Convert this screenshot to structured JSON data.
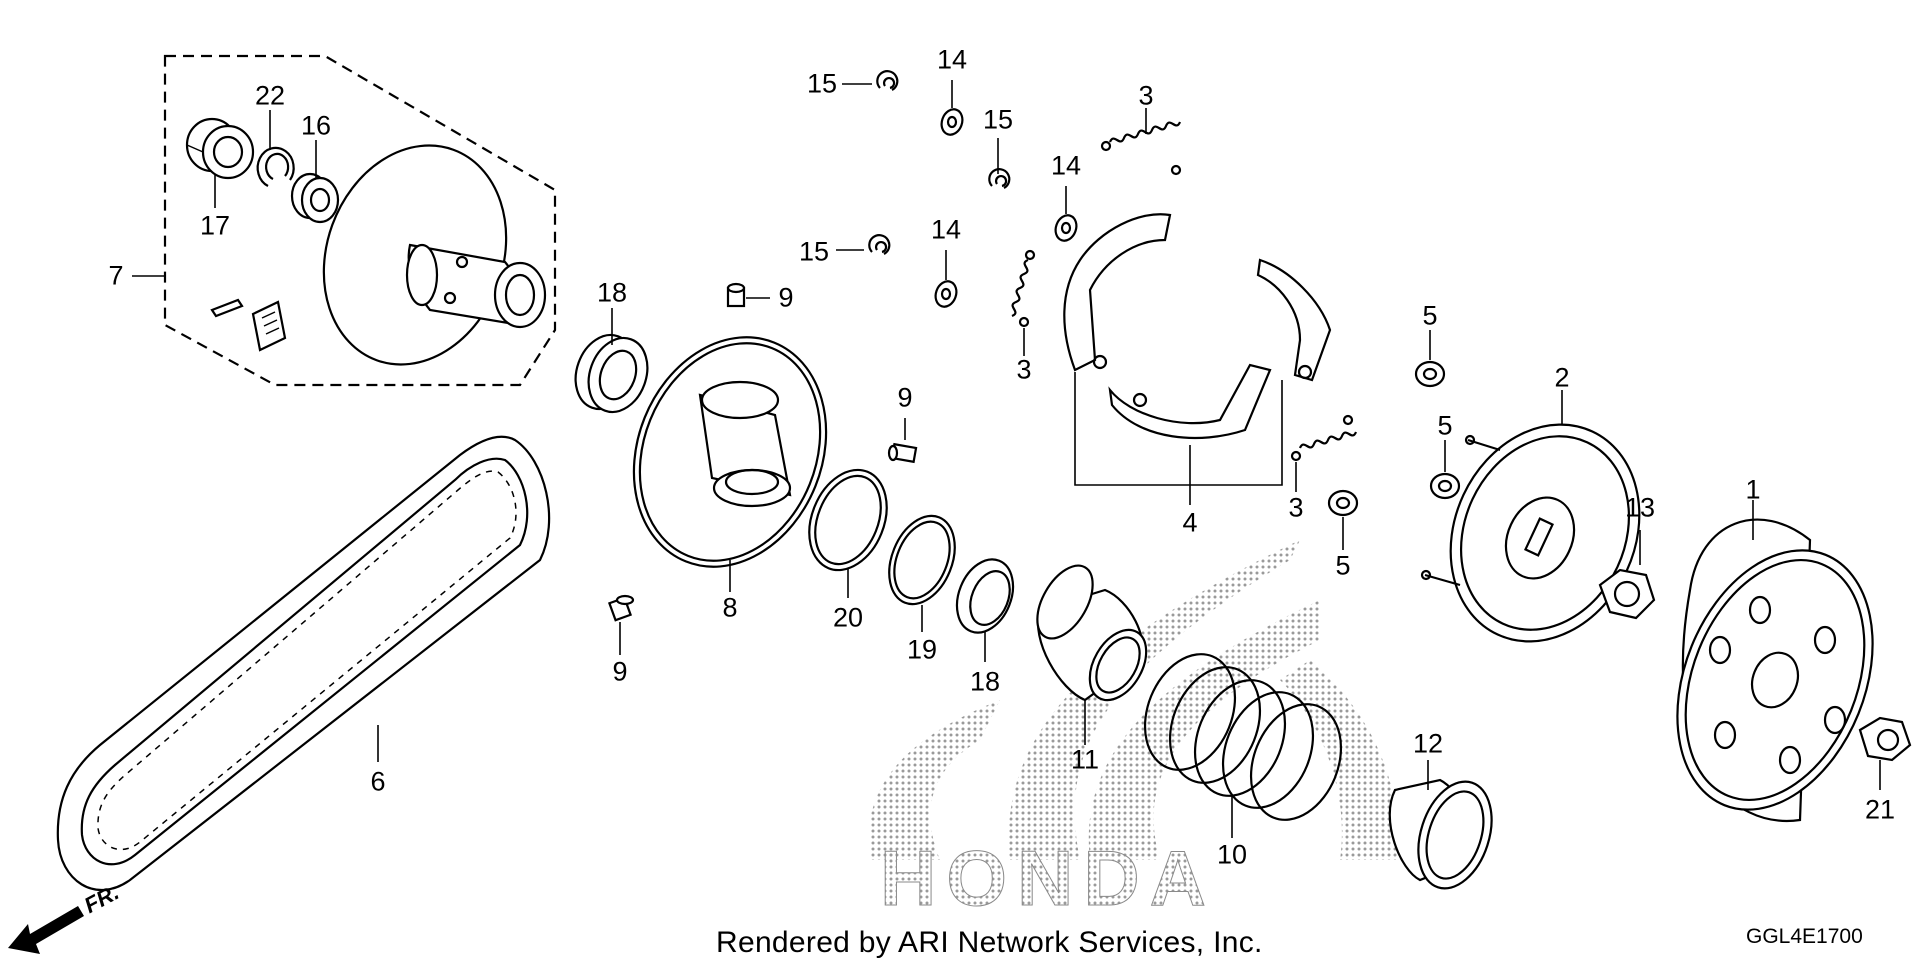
{
  "diagram": {
    "callouts": [
      {
        "id": "c1",
        "label": "1"
      },
      {
        "id": "c2",
        "label": "2"
      },
      {
        "id": "c3a",
        "label": "3"
      },
      {
        "id": "c3b",
        "label": "3"
      },
      {
        "id": "c3c",
        "label": "3"
      },
      {
        "id": "c4",
        "label": "4"
      },
      {
        "id": "c5a",
        "label": "5"
      },
      {
        "id": "c5b",
        "label": "5"
      },
      {
        "id": "c5c",
        "label": "5"
      },
      {
        "id": "c6",
        "label": "6"
      },
      {
        "id": "c7",
        "label": "7"
      },
      {
        "id": "c8",
        "label": "8"
      },
      {
        "id": "c9a",
        "label": "9"
      },
      {
        "id": "c9b",
        "label": "9"
      },
      {
        "id": "c9c",
        "label": "9"
      },
      {
        "id": "c10",
        "label": "10"
      },
      {
        "id": "c11",
        "label": "11"
      },
      {
        "id": "c12",
        "label": "12"
      },
      {
        "id": "c13",
        "label": "13"
      },
      {
        "id": "c14a",
        "label": "14"
      },
      {
        "id": "c14b",
        "label": "14"
      },
      {
        "id": "c14c",
        "label": "14"
      },
      {
        "id": "c15a",
        "label": "15"
      },
      {
        "id": "c15b",
        "label": "15"
      },
      {
        "id": "c15c",
        "label": "15"
      },
      {
        "id": "c16",
        "label": "16"
      },
      {
        "id": "c17",
        "label": "17"
      },
      {
        "id": "c18a",
        "label": "18"
      },
      {
        "id": "c18b",
        "label": "18"
      },
      {
        "id": "c19",
        "label": "19"
      },
      {
        "id": "c20",
        "label": "20"
      },
      {
        "id": "c21",
        "label": "21"
      },
      {
        "id": "c22",
        "label": "22"
      }
    ],
    "watermark_text": "HONDA",
    "direction_label": "FR.",
    "credit": "Rendered by ARI Network Services, Inc.",
    "diagram_code": "GGL4E1700"
  }
}
